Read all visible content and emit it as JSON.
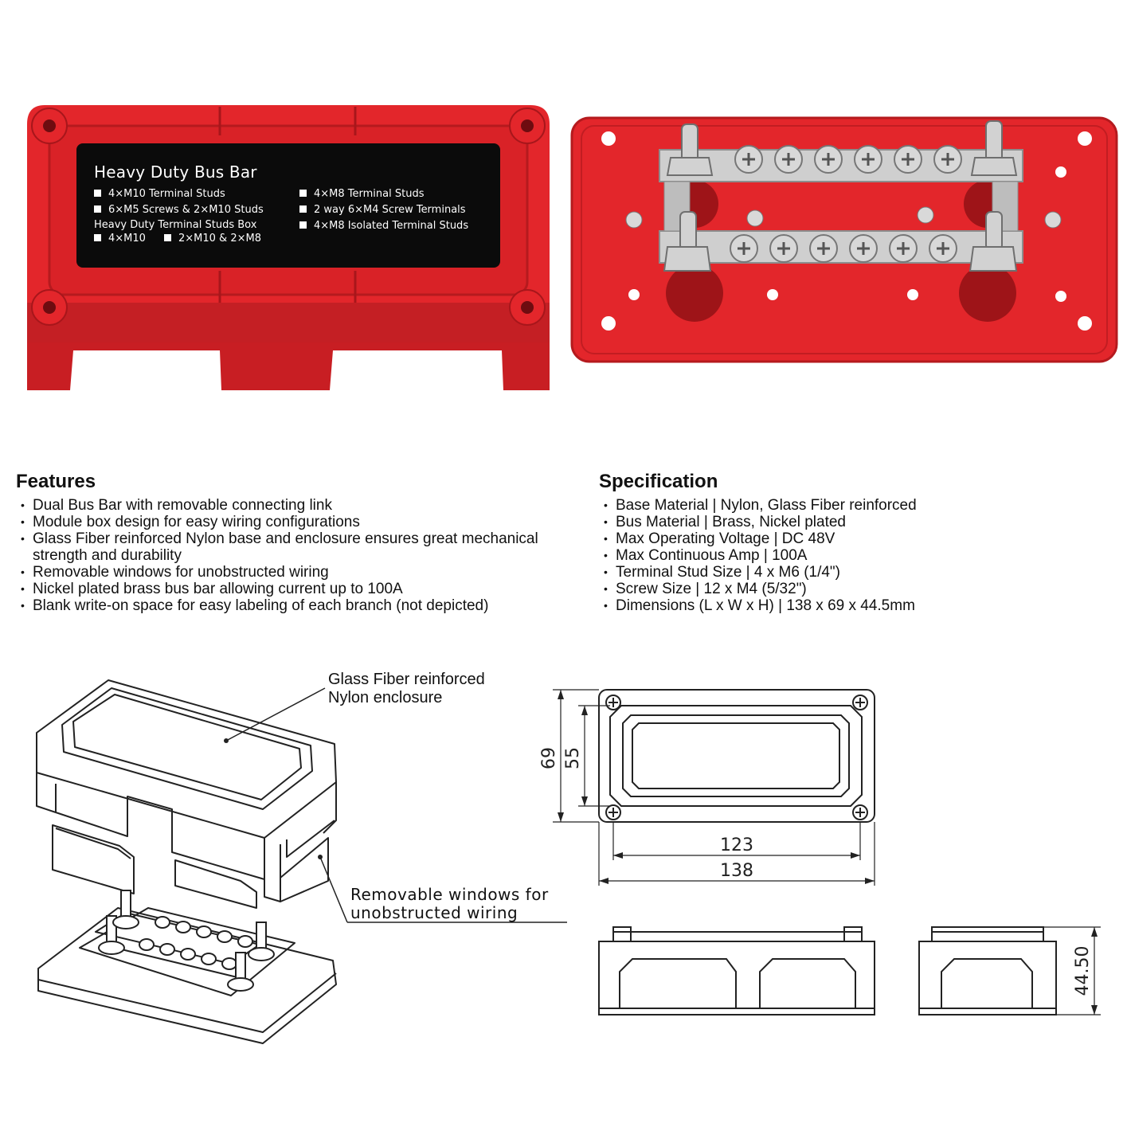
{
  "label": {
    "title": "Heavy Duty Bus Bar",
    "left_items": [
      "4×M10  Terminal Studs",
      "6×M5  Screws & 2×M10 Studs"
    ],
    "box_heading": "Heavy Duty Terminal Studs Box",
    "box_items": [
      "4×M10",
      "2×M10 & 2×M8"
    ],
    "right_items": [
      "4×M8 Terminal Studs",
      "2 way 6×M4 Screw Terminals",
      "4×M8 Isolated Terminal Studs"
    ]
  },
  "features": {
    "heading": "Features",
    "items": [
      "Dual Bus Bar with removable connecting link",
      "Module box design for easy wiring configurations",
      "Glass Fiber reinforced Nylon base and enclosure ensures great mechanical\nstrength and durability",
      "Removable windows for unobstructed wiring",
      "Nickel plated brass bus bar allowing current up to 100A",
      "Blank write-on space for easy labeling of each branch (not depicted)"
    ]
  },
  "specification": {
    "heading": "Specification",
    "items": [
      "Base Material | Nylon, Glass Fiber reinforced",
      "Bus Material | Brass, Nickel plated",
      "Max Operating Voltage | DC 48V",
      "Max Continuous Amp | 100A",
      "Terminal Stud Size | 4 x M6 (1/4\")",
      "Screw Size | 12 x M4 (5/32\")",
      "Dimensions (L x W x H) | 138 x 69 x 44.5mm"
    ]
  },
  "callouts": {
    "enclosure": "Glass Fiber reinforced\n Nylon enclosure",
    "windows": "Removable windows for\nunobstructed wiring"
  },
  "dimensions": {
    "outer_height": "69",
    "inner_height": "55",
    "inner_length": "123",
    "outer_length": "138",
    "total_height": "44.50"
  },
  "colors": {
    "housing_red": "#e3262b",
    "housing_red_dark": "#b51a1e",
    "label_black": "#0b0b0b",
    "nickel": "#c9c9c9"
  }
}
